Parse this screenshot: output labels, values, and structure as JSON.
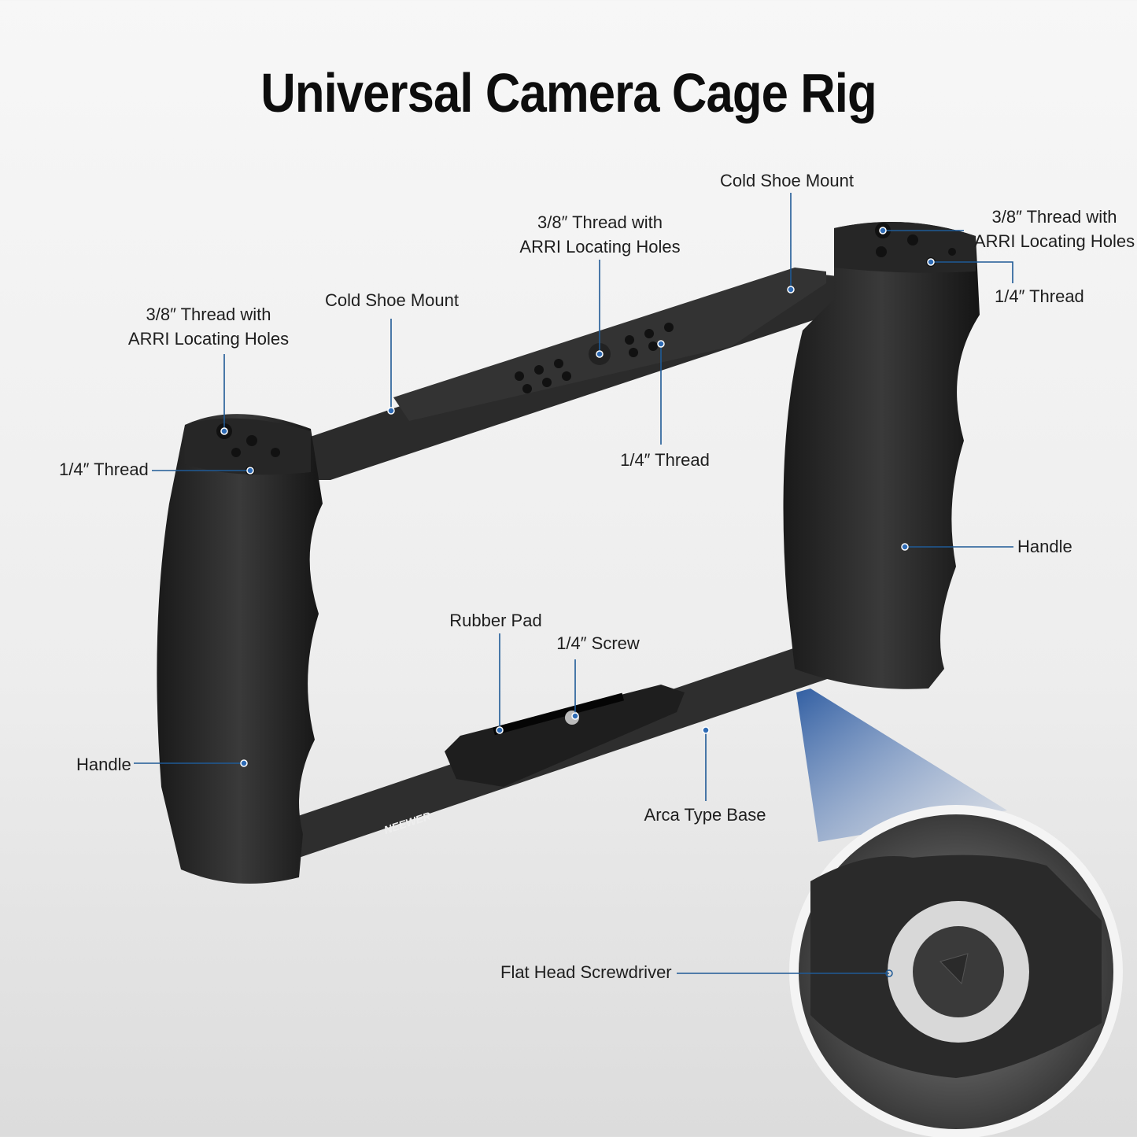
{
  "title": "Universal Camera Cage Rig",
  "brand_logo": "NEEWER",
  "colors": {
    "leader_line": "#1f5a96",
    "rig_body": "#2a2a2a",
    "background": "#f0f0f0"
  },
  "callouts": {
    "cold_shoe_right": "Cold Shoe Mount",
    "top_plate_thread_1": "3/8″ Thread with",
    "top_plate_thread_2": "ARRI Locating Holes",
    "right_grip_thread_1": "3/8″ Thread with",
    "right_grip_thread_2": "ARRI Locating Holes",
    "right_quarter_thread": "1/4″ Thread",
    "left_grip_thread_1": "3/8″ Thread with",
    "left_grip_thread_2": "ARRI Locating Holes",
    "cold_shoe_left": "Cold Shoe Mount",
    "left_quarter_thread": "1/4″ Thread",
    "top_quarter_thread": "1/4″ Thread",
    "handle_right": "Handle",
    "handle_left": "Handle",
    "rubber_pad": "Rubber Pad",
    "quarter_screw": "1/4″ Screw",
    "arca_base": "Arca Type Base",
    "screwdriver": "Flat Head Screwdriver"
  }
}
